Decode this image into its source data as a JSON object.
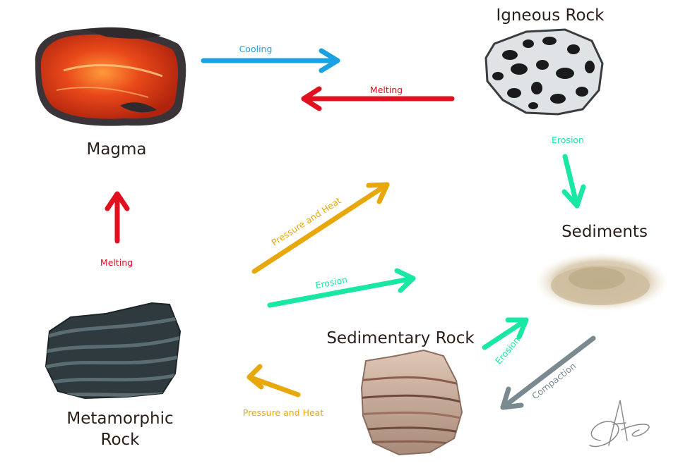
{
  "nodes": {
    "magma": "Magma",
    "igneous": "Igneous Rock",
    "sediments": "Sediments",
    "sedimentary": "Sedimentary Rock",
    "metamorphic_line1": "Metamorphic",
    "metamorphic_line2": "Rock"
  },
  "edges": {
    "cooling": "Cooling",
    "melting_igneous": "Melting",
    "erosion_igneous": "Erosion",
    "melting_metamorphic": "Melting",
    "pressure_heat_up": "Pressure and Heat",
    "erosion_middle": "Erosion",
    "erosion_sedimentary": "Erosion",
    "compaction": "Compaction",
    "pressure_heat_left": "Pressure and Heat"
  },
  "colors": {
    "cooling": "#1aa3e0",
    "melting": "#e0101e",
    "erosion": "#19e8a4",
    "pressure": "#e8a80c",
    "compaction": "#7a8a90",
    "text": "#2a1f1a"
  },
  "icons": {
    "magma": "magma-rock-icon",
    "igneous": "igneous-rock-icon",
    "sediments": "sediments-pile-icon",
    "sedimentary": "sedimentary-rock-icon",
    "metamorphic": "metamorphic-rock-icon",
    "signature": "artist-signature"
  }
}
